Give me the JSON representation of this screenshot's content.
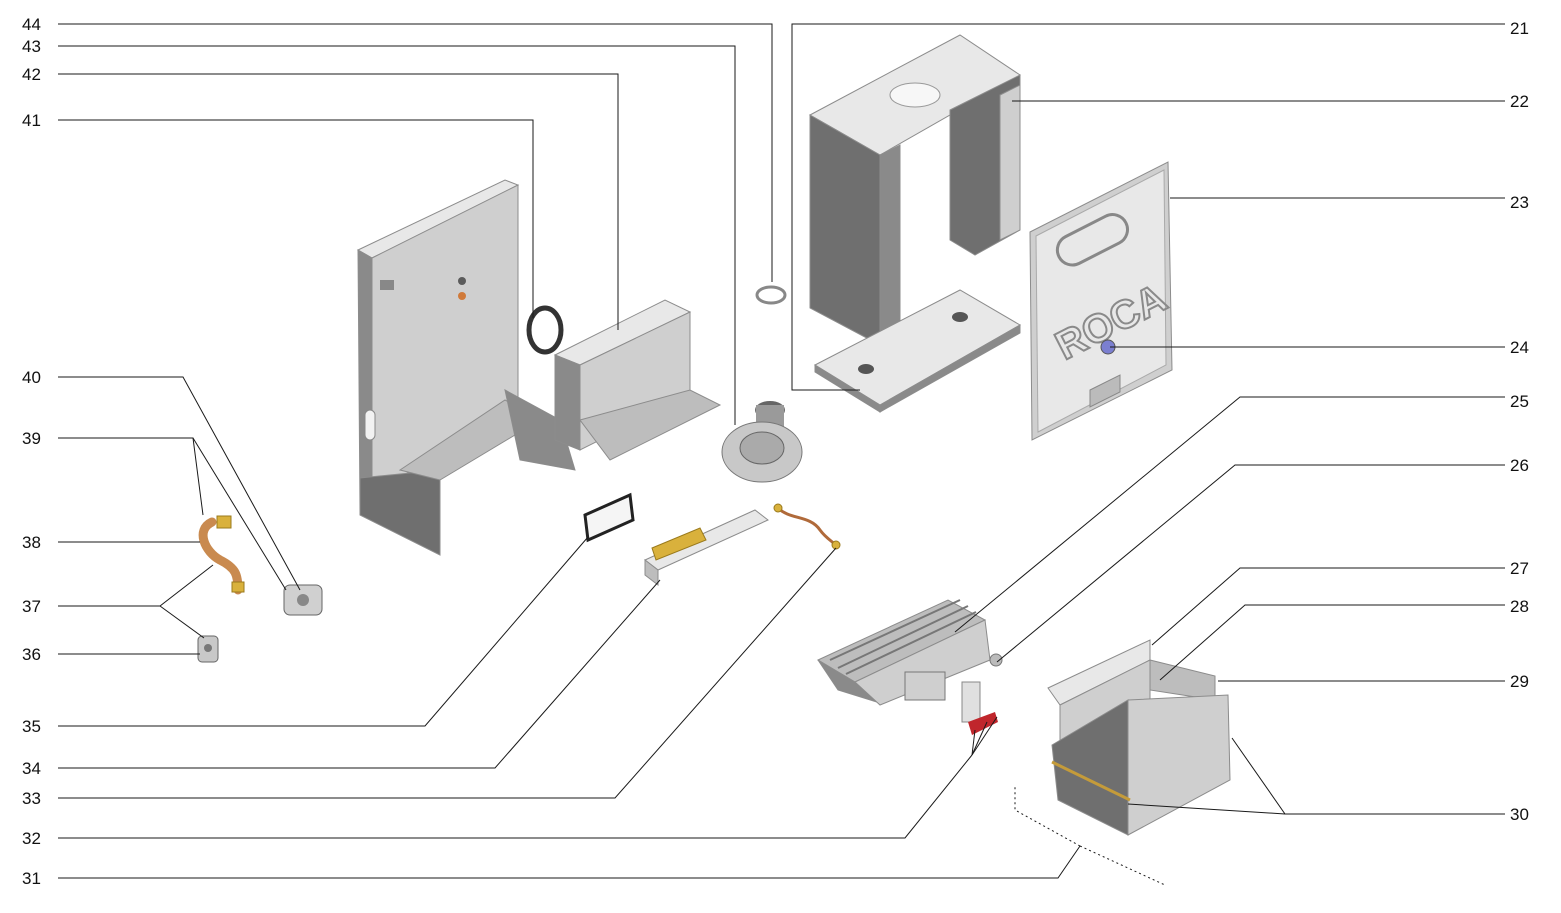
{
  "diagram": {
    "left_callouts": [
      "44",
      "43",
      "42",
      "41",
      "40",
      "39",
      "38",
      "37",
      "36",
      "35",
      "34",
      "33",
      "32",
      "31"
    ],
    "right_callouts": [
      "21",
      "22",
      "23",
      "24",
      "25",
      "26",
      "27",
      "28",
      "29",
      "30"
    ],
    "brand_text": "ROCA"
  },
  "colors": {
    "panel_light": "#e8e8e8",
    "panel_mid": "#bdbdbd",
    "panel_dark": "#6f6f6f",
    "copper": "#c98a4f",
    "brass": "#d9b13c",
    "red_part": "#c0262c",
    "leader_line": "#1a1a1a"
  }
}
